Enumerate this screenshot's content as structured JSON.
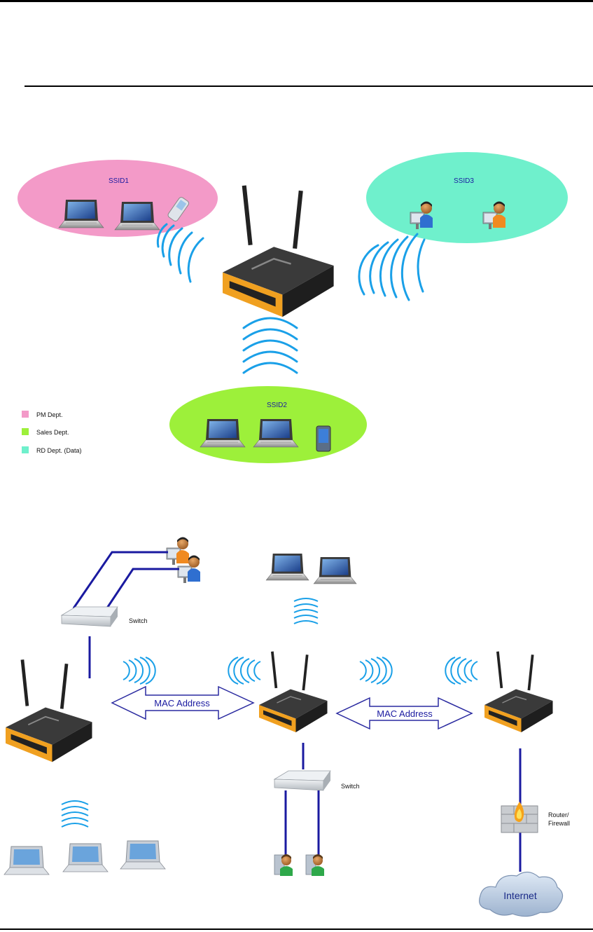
{
  "top_diagram": {
    "ssid_groups": [
      {
        "label": "SSID1",
        "color": "#f39ac8"
      },
      {
        "label": "SSID2",
        "color": "#9df03a"
      },
      {
        "label": "SSID3",
        "color": "#6ff0cc"
      }
    ],
    "legend": [
      {
        "label": "PM Dept.",
        "color": "#f39ac8"
      },
      {
        "label": "Sales Dept.",
        "color": "#9df03a"
      },
      {
        "label": "RD Dept. (Data)",
        "color": "#6ff0cc"
      }
    ]
  },
  "bottom_diagram": {
    "labels": {
      "switch_top": "Switch",
      "switch_mid": "Switch",
      "mac_left": "MAC Address",
      "mac_right": "MAC Address",
      "router": [
        "Router/",
        "Firewall"
      ],
      "internet": "Internet"
    }
  },
  "colors": {
    "wifi": "#1aa0e8",
    "cable": "#1a1aa0",
    "arrow_stroke": "#2a2aa0",
    "ap_body": "#2b2b2b",
    "ap_trim": "#f0a020"
  }
}
